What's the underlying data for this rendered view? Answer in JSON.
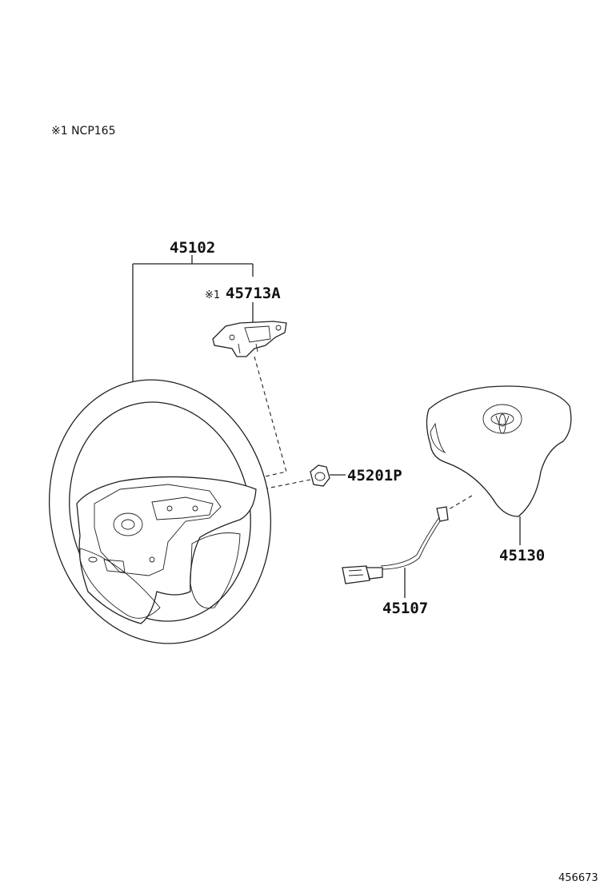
{
  "note": "※1 NCP165",
  "parts": {
    "steering_wheel": "45102",
    "switch": "45713A",
    "switch_prefix": "※1",
    "nut": "45201P",
    "airbag": "45130",
    "harness": "45107"
  },
  "figure_id": "456673"
}
